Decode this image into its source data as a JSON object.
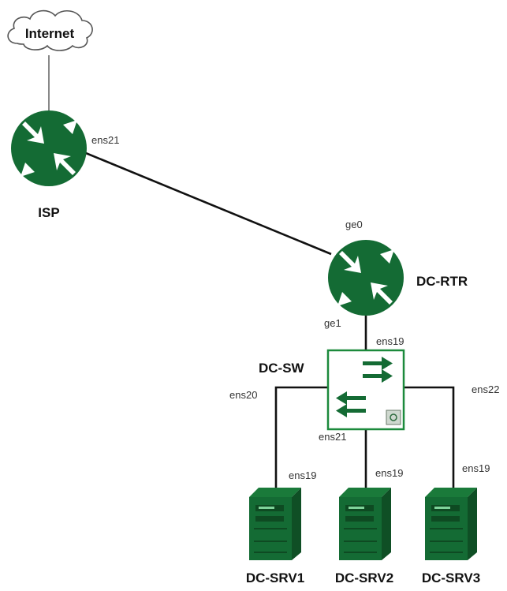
{
  "cloud": {
    "label": "Internet"
  },
  "nodes": {
    "isp": {
      "label": "ISP"
    },
    "dc_rtr": {
      "label": "DC-RTR"
    },
    "dc_sw": {
      "label": "DC-SW"
    },
    "dc_srv1": {
      "label": "DC-SRV1"
    },
    "dc_srv2": {
      "label": "DC-SRV2"
    },
    "dc_srv3": {
      "label": "DC-SRV3"
    }
  },
  "ports": {
    "isp_ens21": "ens21",
    "rtr_ge0": "ge0",
    "rtr_ge1": "ge1",
    "sw_ens19": "ens19",
    "sw_ens20": "ens20",
    "sw_ens21": "ens21",
    "sw_ens22": "ens22",
    "srv1_ens19": "ens19",
    "srv2_ens19": "ens19",
    "srv3_ens19": "ens19"
  },
  "colors": {
    "device_green": "#146b34",
    "device_dark": "#0f4f25",
    "switch_border": "#1c8a3c",
    "link": "#111111"
  },
  "icons": {
    "cloud": "cloud-icon",
    "router": "router-icon",
    "switch": "switch-icon",
    "server": "server-icon"
  }
}
